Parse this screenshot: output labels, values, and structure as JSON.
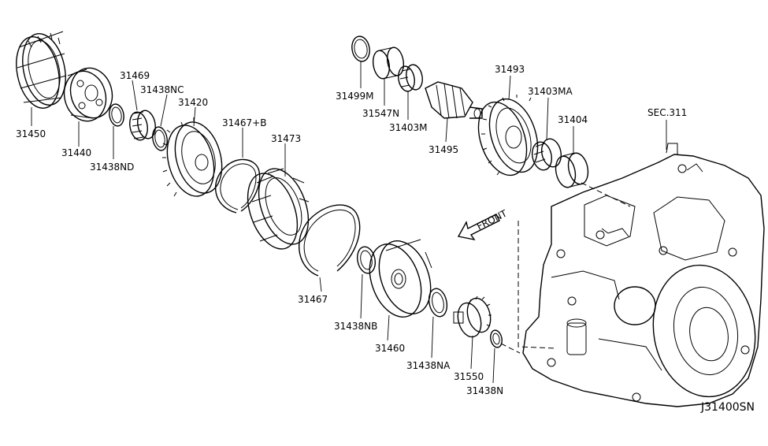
{
  "diagram": {
    "code": "J31400SN",
    "front_label": "FRONT",
    "sec_label": "SEC.311",
    "parts": [
      {
        "id": "31450"
      },
      {
        "id": "31440"
      },
      {
        "id": "31438ND"
      },
      {
        "id": "31469"
      },
      {
        "id": "31438NC"
      },
      {
        "id": "31420"
      },
      {
        "id": "31467+B"
      },
      {
        "id": "31473"
      },
      {
        "id": "31467"
      },
      {
        "id": "31438NB"
      },
      {
        "id": "31460"
      },
      {
        "id": "31438NA"
      },
      {
        "id": "31550"
      },
      {
        "id": "31438N"
      },
      {
        "id": "31499M"
      },
      {
        "id": "31547N"
      },
      {
        "id": "31403M"
      },
      {
        "id": "31495"
      },
      {
        "id": "31493"
      },
      {
        "id": "31403MA"
      },
      {
        "id": "31404"
      }
    ]
  }
}
